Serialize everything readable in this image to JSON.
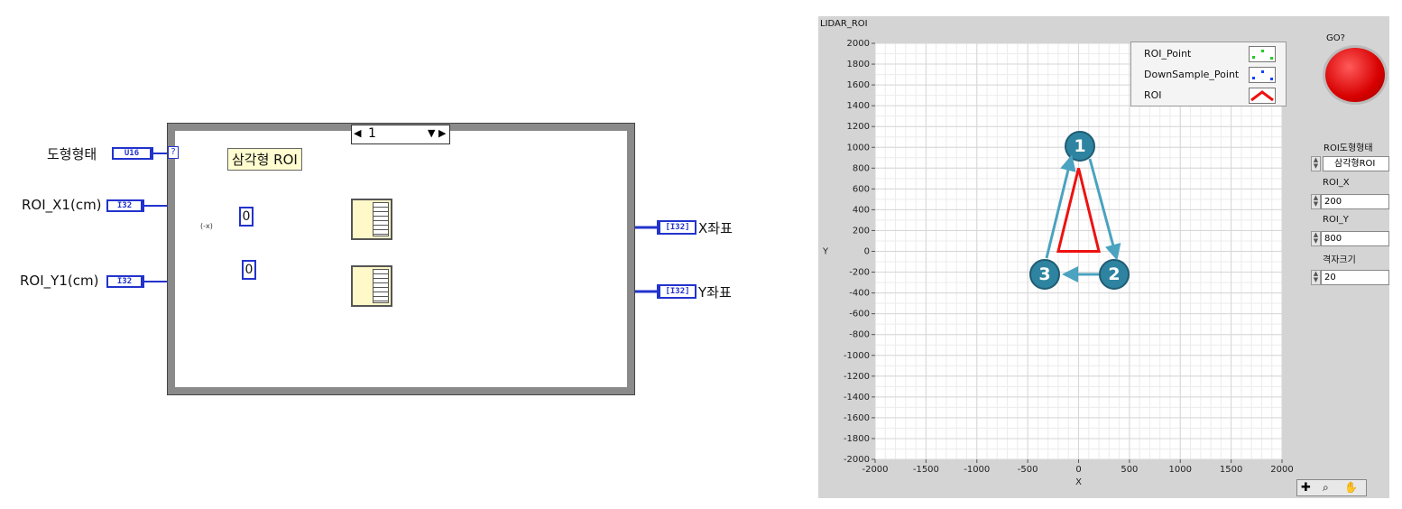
{
  "diagram": {
    "inputs": [
      {
        "label": "도형형태",
        "type": "U16"
      },
      {
        "label": "ROI_X1(cm)",
        "type": "I32"
      },
      {
        "label": "ROI_Y1(cm)",
        "type": "I32"
      }
    ],
    "outputs": [
      {
        "label": "X좌표",
        "type": "[I32]"
      },
      {
        "label": "Y좌표",
        "type": "[I32]"
      }
    ],
    "case_selector": "1",
    "case_selector_terminal": "?",
    "comment": "삼각형 ROI",
    "constant_a": "0",
    "constant_b": "0",
    "negate_label": "(-x)"
  },
  "front_panel": {
    "graph_title": "LIDAR_ROI",
    "legend": [
      {
        "name": "ROI_Point",
        "color": "#22cc22"
      },
      {
        "name": "DownSample_Point",
        "color": "#1144ff"
      },
      {
        "name": "ROI",
        "color": "#ee1111"
      }
    ],
    "go_label": "GO?",
    "go_color": "#dd0000",
    "shape_label": "ROI도형형태",
    "shape_value": "삼각형ROI",
    "roi_x_label": "ROI_X",
    "roi_x_value": "200",
    "roi_y_label": "ROI_Y",
    "roi_y_value": "800",
    "grid_label": "격자크기",
    "grid_value": "20",
    "markers": [
      "1",
      "2",
      "3"
    ]
  },
  "chart_data": {
    "type": "line",
    "title": "",
    "xlabel": "X",
    "ylabel": "Y",
    "xlim": [
      -2000,
      2000
    ],
    "ylim": [
      -2000,
      2000
    ],
    "x_ticks": [
      -2000,
      -1500,
      -1000,
      -500,
      0,
      500,
      1000,
      1500,
      2000
    ],
    "y_ticks": [
      2000,
      1800,
      1600,
      1400,
      1200,
      1000,
      800,
      600,
      400,
      200,
      0,
      -200,
      -400,
      -600,
      -800,
      -1000,
      -1200,
      -1400,
      -1600,
      -1800,
      -2000
    ],
    "grid": true,
    "legend_position": "top-right",
    "series": [
      {
        "name": "ROI",
        "color": "#ee1111",
        "x": [
          0,
          200,
          -200,
          0
        ],
        "y": [
          800,
          0,
          0,
          800
        ]
      }
    ]
  }
}
